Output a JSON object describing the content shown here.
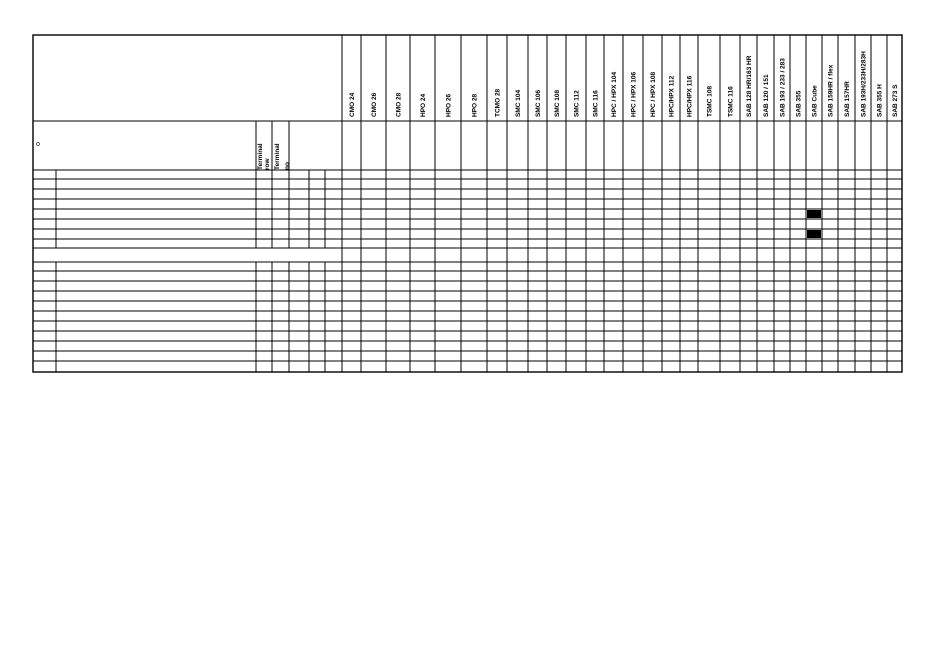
{
  "sheet": {
    "left_marker": "o",
    "terminal_headers": [
      "Terminal",
      "row",
      "Terminal",
      "no"
    ]
  },
  "columns": [
    "CMO 24",
    "CMO 26",
    "CMO 28",
    "HPO 24",
    "HPO 26",
    "HPO 28",
    "TCMO 28",
    "SMC 104",
    "SMC 106",
    "SMC 108",
    "SMC 112",
    "SMC 116",
    "HPC / HPX 104",
    "HPC / HPX 106",
    "HPC / HPX 108",
    "HPC/HPX 112",
    "HPC/HPX 116",
    "TSMC 108",
    "TSMC 116",
    "SAB 128 HR/163 HR",
    "SAB 120 / 151",
    "SAB 193 / 233 / 283",
    "SAB 355",
    "SAB Cube",
    "SAB 159HR / flex",
    "SAB 157HR",
    "SAB 193H/233H/283H",
    "SAB 355 H",
    "SAB 273 S"
  ],
  "filled_cells": [
    {
      "column": "SAB Cube",
      "section": 1,
      "row": 4
    },
    {
      "column": "SAB Cube",
      "section": 1,
      "row": 6
    }
  ]
}
